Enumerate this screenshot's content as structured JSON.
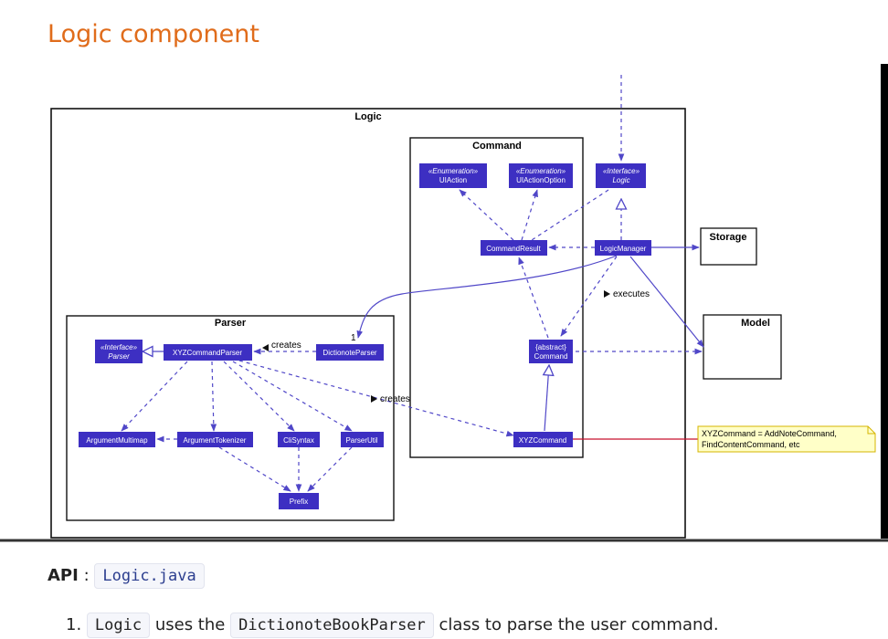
{
  "page": {
    "heading": "Logic component",
    "api_label": "API",
    "api_sep": ":",
    "api_code": "Logic.java",
    "list_item_num": "1.",
    "list_item_code1": "Logic",
    "list_item_text1": "uses the",
    "list_item_code2": "DictionoteBookParser",
    "list_item_text2": "class to parse the user command."
  },
  "diagram": {
    "logic_title": "Logic",
    "command_title": "Command",
    "parser_title": "Parser",
    "storage": "Storage",
    "model": "Model",
    "ui_action_stereo": "«Enumeration»",
    "ui_action": "UIAction",
    "ui_action_option_stereo": "«Enumeration»",
    "ui_action_option": "UIActionOption",
    "logic_iface_stereo": "«Interface»",
    "logic_iface": "Logic",
    "command_result": "CommandResult",
    "logic_manager": "LogicManager",
    "executes": "executes",
    "abstract_stereo": "{abstract}",
    "abstract_command": "Command",
    "xyz_command": "XYZCommand",
    "parser_iface_stereo": "«Interface»",
    "parser_iface": "Parser",
    "xyz_command_parser": "XYZCommandParser",
    "creates1": "creates",
    "multiplicity": "1",
    "dictionote_parser": "DictionoteParser",
    "creates2": "creates",
    "argument_multimap": "ArgumentMultimap",
    "argument_tokenizer": "ArgumentTokenizer",
    "cli_syntax": "CliSyntax",
    "parser_util": "ParserUtil",
    "prefix": "Prefix",
    "note_line1": "XYZCommand = AddNoteCommand,",
    "note_line2": "FindContentCommand, etc"
  },
  "colors": {
    "heading": "#e06c1b",
    "class_fill": "#3d2fc2",
    "class_text": "#ffffff",
    "arrow": "#5047c8",
    "note_fill": "#ffffc8",
    "note_border": "#d4b400",
    "note_link": "#c8102e"
  }
}
